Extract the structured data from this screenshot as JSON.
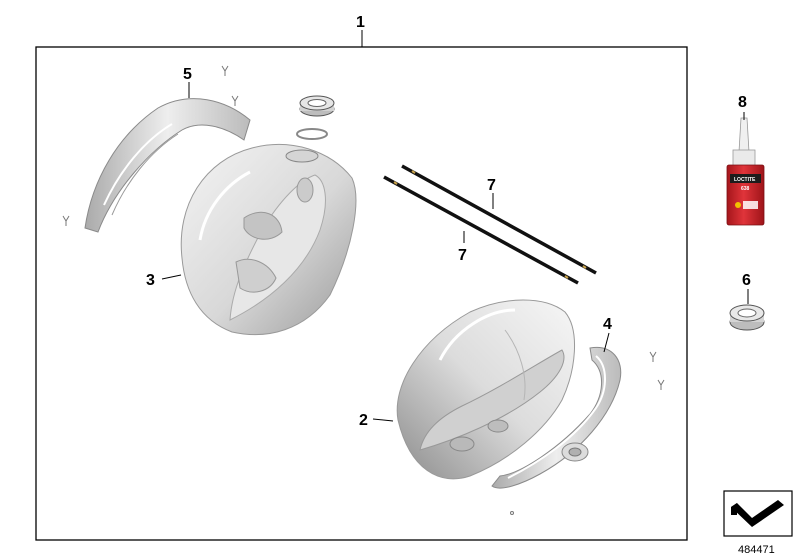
{
  "diagram": {
    "callouts": {
      "assembly": "1",
      "right_cover": "2",
      "left_cover": "3",
      "right_trim": "4",
      "left_trim": "5",
      "nut": "6",
      "strip_a": "7",
      "strip_b": "7",
      "adhesive": "8"
    },
    "adhesive_label": {
      "brand": "LOCTITE",
      "number": "638"
    },
    "doc_number": "484471",
    "colors": {
      "line": "#000000",
      "part_light": "#f2f2f2",
      "part_mid": "#c9c9c9",
      "part_dark": "#8a8a8a",
      "bottle_red": "#d4262c"
    }
  }
}
